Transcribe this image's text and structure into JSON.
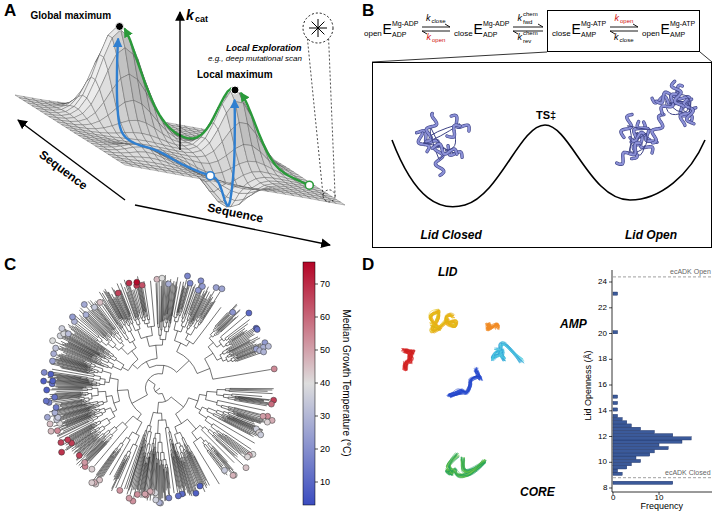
{
  "diagram": {
    "nodes": [
      {
        "text": [
          "close",
          "E",
          "Mg-ATP",
          "AMP",
          "k",
          "open",
          "k",
          "close",
          "open",
          "E",
          "Mg-ATP",
          "AMP"
        ]
      },
      {
        "text": [
          "TS‡",
          "Lid Closed",
          "Lid Open"
        ]
      }
    ],
    "edges": [
      {
        "from": 0,
        "to": 1,
        "arrow": "none"
      }
    ],
    "labels": [
      "A",
      "k",
      "cat",
      "Global maximum",
      "Local maximum",
      "Local Exploration",
      "e.g., deep mutational scan",
      "Sequence",
      "Sequence",
      "B",
      "open",
      "E",
      "Mg-ADP",
      "ADP",
      "k",
      "close",
      "k",
      "open",
      "close",
      "E",
      "Mg-ADP",
      "ADP",
      "k",
      "chem",
      "fwd",
      "k",
      "chem",
      "rev",
      "C",
      "10",
      "20",
      "30",
      "40",
      "50",
      "60",
      "70",
      "Median Growth Temperature (°C)",
      "D",
      "LID",
      "AMP",
      "CORE",
      "8",
      "10",
      "12",
      "14",
      "16",
      "18",
      "20",
      "22",
      "24",
      "ecADK Open",
      "ecADK Closed",
      "0",
      "10",
      "Lid Openness (Å)",
      "Frequency"
    ]
  }
}
